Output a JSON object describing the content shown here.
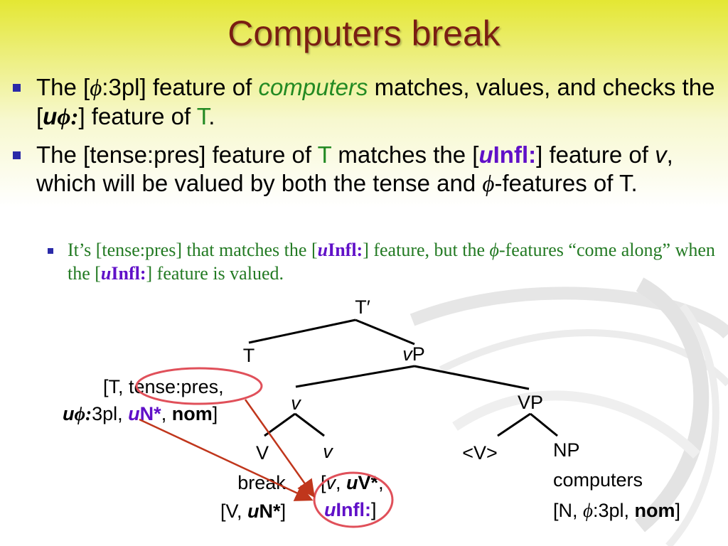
{
  "title": "Computers break",
  "bullet1": {
    "p1": "The [",
    "phi": "ϕ",
    "p2": ":3pl] feature of ",
    "word": "computers",
    "p3": " matches, values, and checks the [",
    "u": "u",
    "phi2": "ϕ:",
    "p4": "] feature of ",
    "T": "T",
    "p5": "."
  },
  "bullet2": {
    "p1": "The [tense:pres] feature of ",
    "T": "T",
    "p2": " matches the [",
    "u": "u",
    "infl": "Infl:",
    "p3": "] feature of ",
    "v": "v",
    "p4": ", which will be valued by both the tense and ",
    "phi": "ϕ",
    "p5": "-features of T."
  },
  "sub": {
    "p1": "It’s [tense:pres] that matches the [",
    "u1": "u",
    "infl1": "Infl:",
    "p2": "] feature, but the ",
    "phi": "ϕ",
    "p3": "-features “come along” when the [",
    "u2": "u",
    "infl2": "Infl:",
    "p4": "] feature is valued."
  },
  "tree": {
    "Tbar": "T′",
    "T": "T",
    "vP_v": "v",
    "vP_P": "P",
    "T_feat1": "[T, tense:pres,",
    "T_feat2_u": "u",
    "T_feat2_phi": "ϕ:",
    "T_feat2_rest": "3pl, ",
    "T_feat2_u2": "u",
    "T_feat2_N": "N*",
    "T_feat2_sep": ", ",
    "T_feat2_nom": "nom",
    "T_feat2_end": "]",
    "v_node": "v",
    "VP": "VP",
    "V": "V",
    "V_word": "break",
    "V_feat_open": "[V, ",
    "V_feat_u": "u",
    "V_feat_N": "N*",
    "V_feat_close": "]",
    "v_leaf": "v",
    "v_feat_open": "[",
    "v_feat_v": "v",
    "v_feat_sep": ", ",
    "v_feat_u": "u",
    "v_feat_V": "V*",
    "v_feat_comma": ",",
    "v_feat2_u": "u",
    "v_feat2_infl": "Infl:",
    "v_feat2_close": "]",
    "Vtrace": "<V>",
    "NP": "NP",
    "NP_word": "computers",
    "NP_feat_open": "[N, ",
    "NP_feat_phi": "ϕ",
    "NP_feat_rest": ":3pl, ",
    "NP_feat_nom": "nom",
    "NP_feat_close": "]"
  },
  "colors": {
    "title": "#7a1e12",
    "green": "#238a23",
    "purple": "#6010c8",
    "arrow": "#c0361c",
    "circle": "#e0505a",
    "bullet": "#2a2aa8"
  }
}
